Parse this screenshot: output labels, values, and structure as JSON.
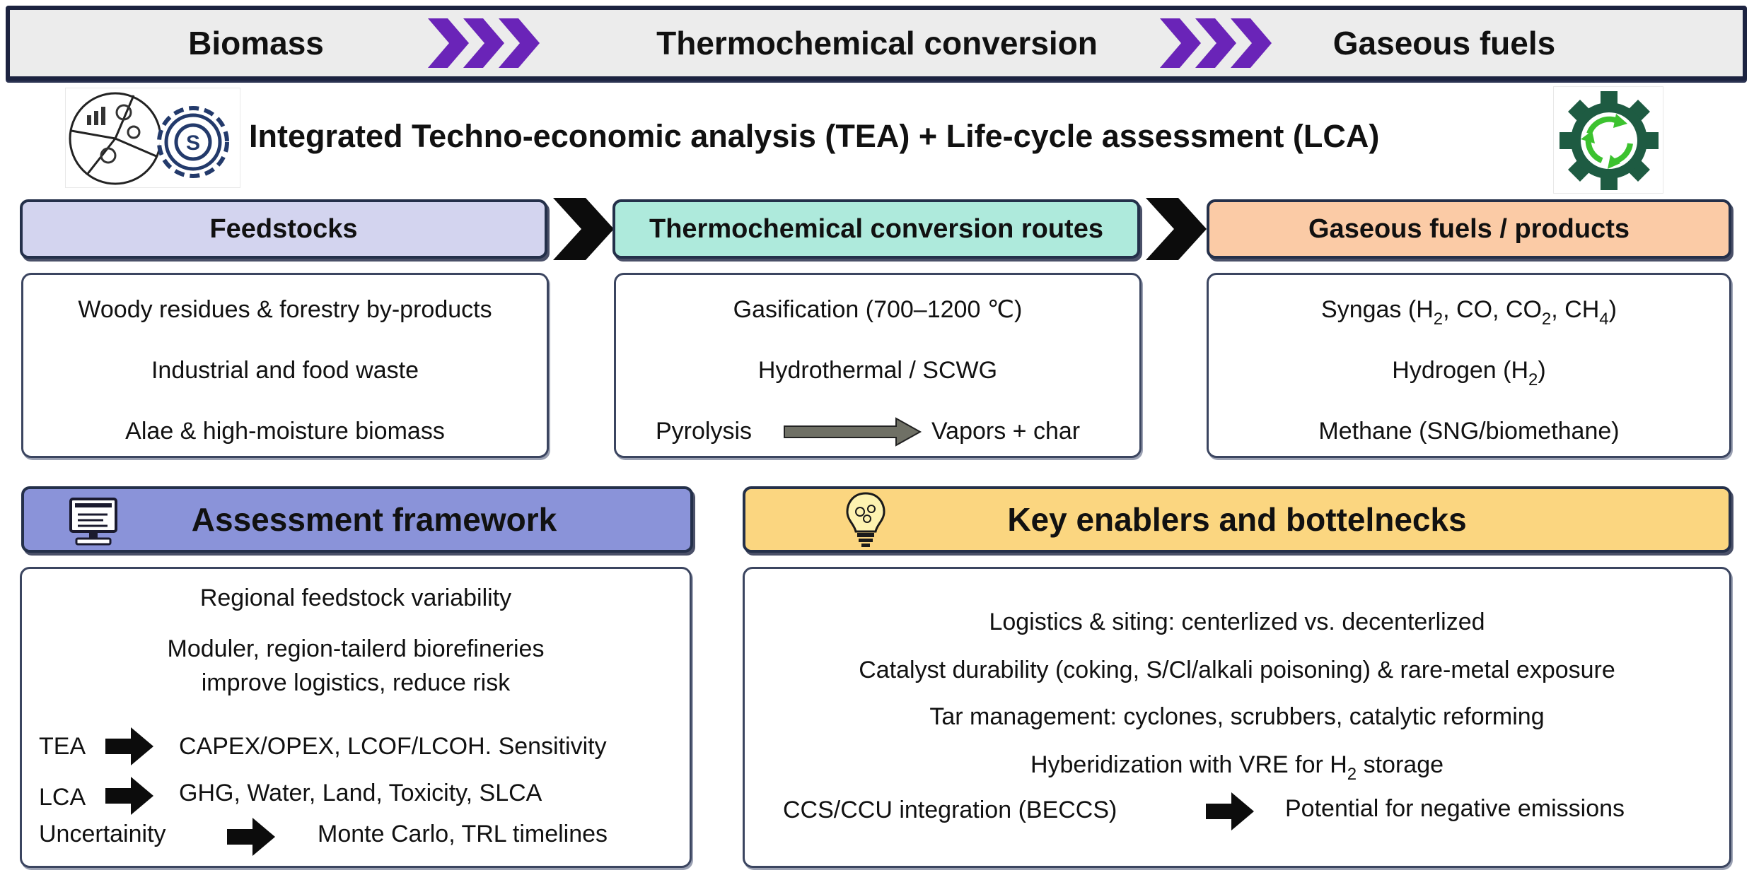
{
  "banner": {
    "left": "Biomass",
    "middle": "Thermochemical conversion",
    "right": "Gaseous fuels"
  },
  "title": "Integrated Techno-economic analysis (TEA) + Life-cycle assessment (LCA)",
  "colors": {
    "chevron": "#6a24b8",
    "feedstocks_header": "#d3d4ef",
    "routes_header": "#aeeadc",
    "products_header": "#fbcba6",
    "assessment_header": "#8a93d9",
    "enablers_header": "#fbd680",
    "arrow_gray": "#6f7065",
    "gear_dark": "#1e5b42",
    "gear_arrows": "#3cc22f"
  },
  "feedstocks": {
    "header": "Feedstocks",
    "items": [
      "Woody residues & forestry by-products",
      "Industrial and food waste",
      "Alae & high-moisture biomass"
    ]
  },
  "routes": {
    "header": "Thermochemical conversion routes",
    "items": [
      "Gasification (700–1200 ℃)",
      "Hydrothermal / SCWG"
    ],
    "pyrolysis_from": "Pyrolysis",
    "pyrolysis_to": "Vapors + char"
  },
  "products": {
    "header": "Gaseous fuels / products",
    "syngas_a": "Syngas (H",
    "syngas_b": ", CO, CO",
    "syngas_c": ", CH",
    "syngas_d": ")",
    "hydrogen_a": "Hydrogen (H",
    "hydrogen_b": ")",
    "methane": "Methane (SNG/biomethane)",
    "sub2": "2",
    "sub4": "4"
  },
  "assessment": {
    "header": "Assessment framework",
    "line1": "Regional feedstock variability",
    "line2": "Moduler, region-tailerd biorefineries",
    "line3": "improve logistics, reduce risk",
    "rows": [
      {
        "label": "TEA",
        "value": "CAPEX/OPEX, LCOF/LCOH. Sensitivity"
      },
      {
        "label": "LCA",
        "value": "GHG, Water, Land, Toxicity, SLCA"
      },
      {
        "label": "Uncertainity",
        "value": "Monte Carlo, TRL timelines"
      }
    ]
  },
  "enablers": {
    "header": "Key enablers and bottelnecks",
    "line1": "Logistics & siting: centerlized vs. decenterlized",
    "line2": "Catalyst durability (coking, S/Cl/alkali poisoning) & rare-metal exposure",
    "line3": "Tar management: cyclones, scrubbers, catalytic reforming",
    "line4_a": "Hyberidization with VRE for H",
    "line4_b": " storage",
    "sub2": "2",
    "ccs_from": "CCS/CCU integration (BECCS)",
    "ccs_to": "Potential for negative emissions"
  }
}
